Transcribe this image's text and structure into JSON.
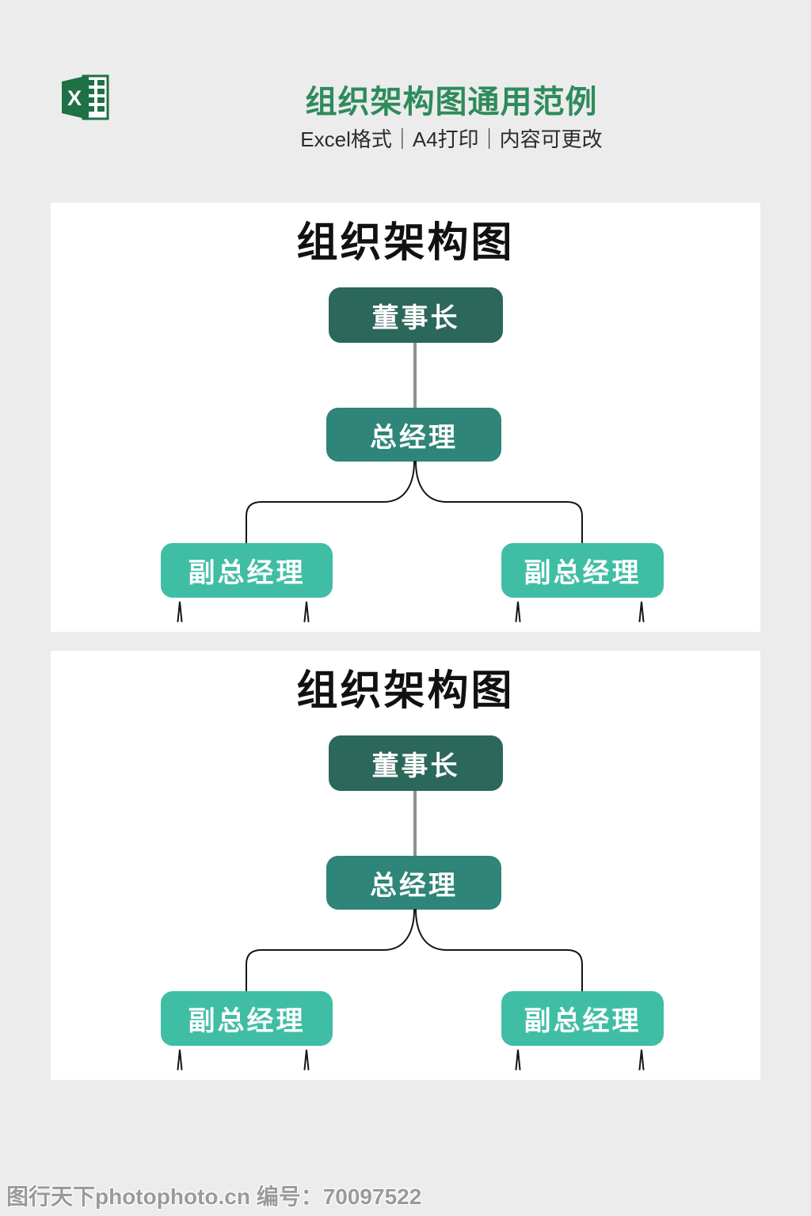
{
  "header": {
    "title": "组织架构图通用范例",
    "subtitle": "Excel格式｜A4打印｜内容可更改",
    "excel_icon": {
      "name": "excel-icon",
      "letter": "X"
    }
  },
  "panels": [
    {
      "title": "组织架构图",
      "chairman": "董事长",
      "gm": "总经理",
      "vgm_left": "副总经理",
      "vgm_right": "副总经理"
    },
    {
      "title": "组织架构图",
      "chairman": "董事长",
      "gm": "总经理",
      "vgm_left": "副总经理",
      "vgm_right": "副总经理"
    }
  ],
  "org_structure": {
    "root": "董事长",
    "children": [
      {
        "label": "总经理",
        "children": [
          "副总经理",
          "副总经理"
        ]
      }
    ]
  },
  "watermark": {
    "text": "图行天下photophoto.cn 编号：70097522"
  },
  "colors": {
    "background": "#ECECEC",
    "panel_bg": "#FFFFFF",
    "accent_green": "#2E8B5C",
    "excel_green": "#1E7145",
    "node_dark": "#2B675A",
    "node_mid": "#2F8577",
    "node_light": "#3FBEA5",
    "stem_gray": "#8F8F8F",
    "connector_black": "#151515"
  }
}
